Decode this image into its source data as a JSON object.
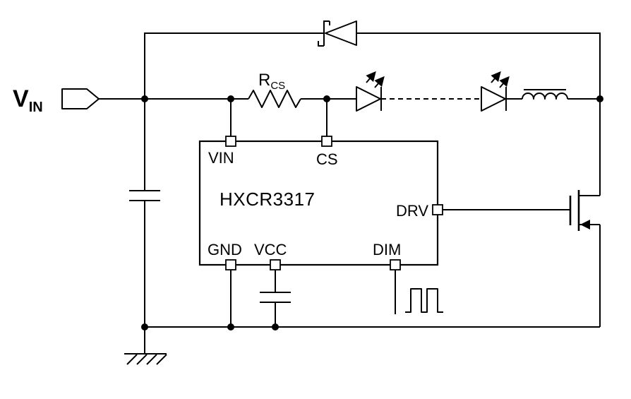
{
  "diagram": {
    "kind": "application-circuit-schematic",
    "colors": {
      "stroke": "#000000",
      "background": "#ffffff"
    }
  },
  "labels": {
    "input_terminal": {
      "main": "V",
      "sub": "IN"
    },
    "sense_resistor": {
      "main": "R",
      "sub": "CS"
    },
    "ic": {
      "name": "HXCR3317"
    },
    "pins": {
      "vin": "VIN",
      "cs": "CS",
      "drv": "DRV",
      "gnd": "GND",
      "vcc": "VCC",
      "dim": "DIM"
    }
  },
  "components": [
    "input-terminal",
    "freewheel-schottky-diode",
    "input-capacitor",
    "current-sense-resistor",
    "led-string",
    "inductor",
    "ic-block",
    "vcc-capacitor",
    "pwm-dimming-waveform",
    "nmos-power-switch",
    "earth-ground"
  ]
}
